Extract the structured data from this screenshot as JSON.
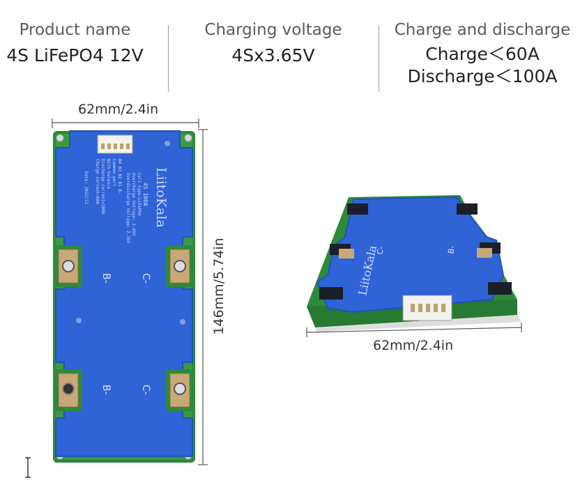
{
  "specs": [
    {
      "label": "Product name",
      "values": [
        "4S LiFePO4 12V"
      ]
    },
    {
      "label": "Charging voltage",
      "values": [
        "4Sx3.65V"
      ]
    },
    {
      "label": "Charge and discharge",
      "values": [
        "Charge＜60A",
        "Discharge＜100A"
      ]
    }
  ],
  "dimensions": {
    "top_width": "62mm/2.4in",
    "height": "146mm/5.74in",
    "angled_width": "62mm/2.4in"
  },
  "board": {
    "brand": "LiitoKala",
    "model": "4S 100A",
    "cell_type": "Cell type:LiFePO4",
    "overcharge": "Overcharge Voltage: 3.65V",
    "overdischarge": "Overdischarge Voltage: 2.35V",
    "common_port": "Common port",
    "balance": "With balance",
    "discharge_current": "Discharge current<100A",
    "charge_current": "Charge current<60A",
    "date": "Date: 2022/12",
    "pins": "B4 B3 B2 B1 B-",
    "terminal_b": "B-",
    "terminal_c": "C-"
  },
  "colors": {
    "board_blue": "#2f63d6",
    "pcb_green": "#2f8a3c",
    "terminal_gold": "#c9a878"
  }
}
